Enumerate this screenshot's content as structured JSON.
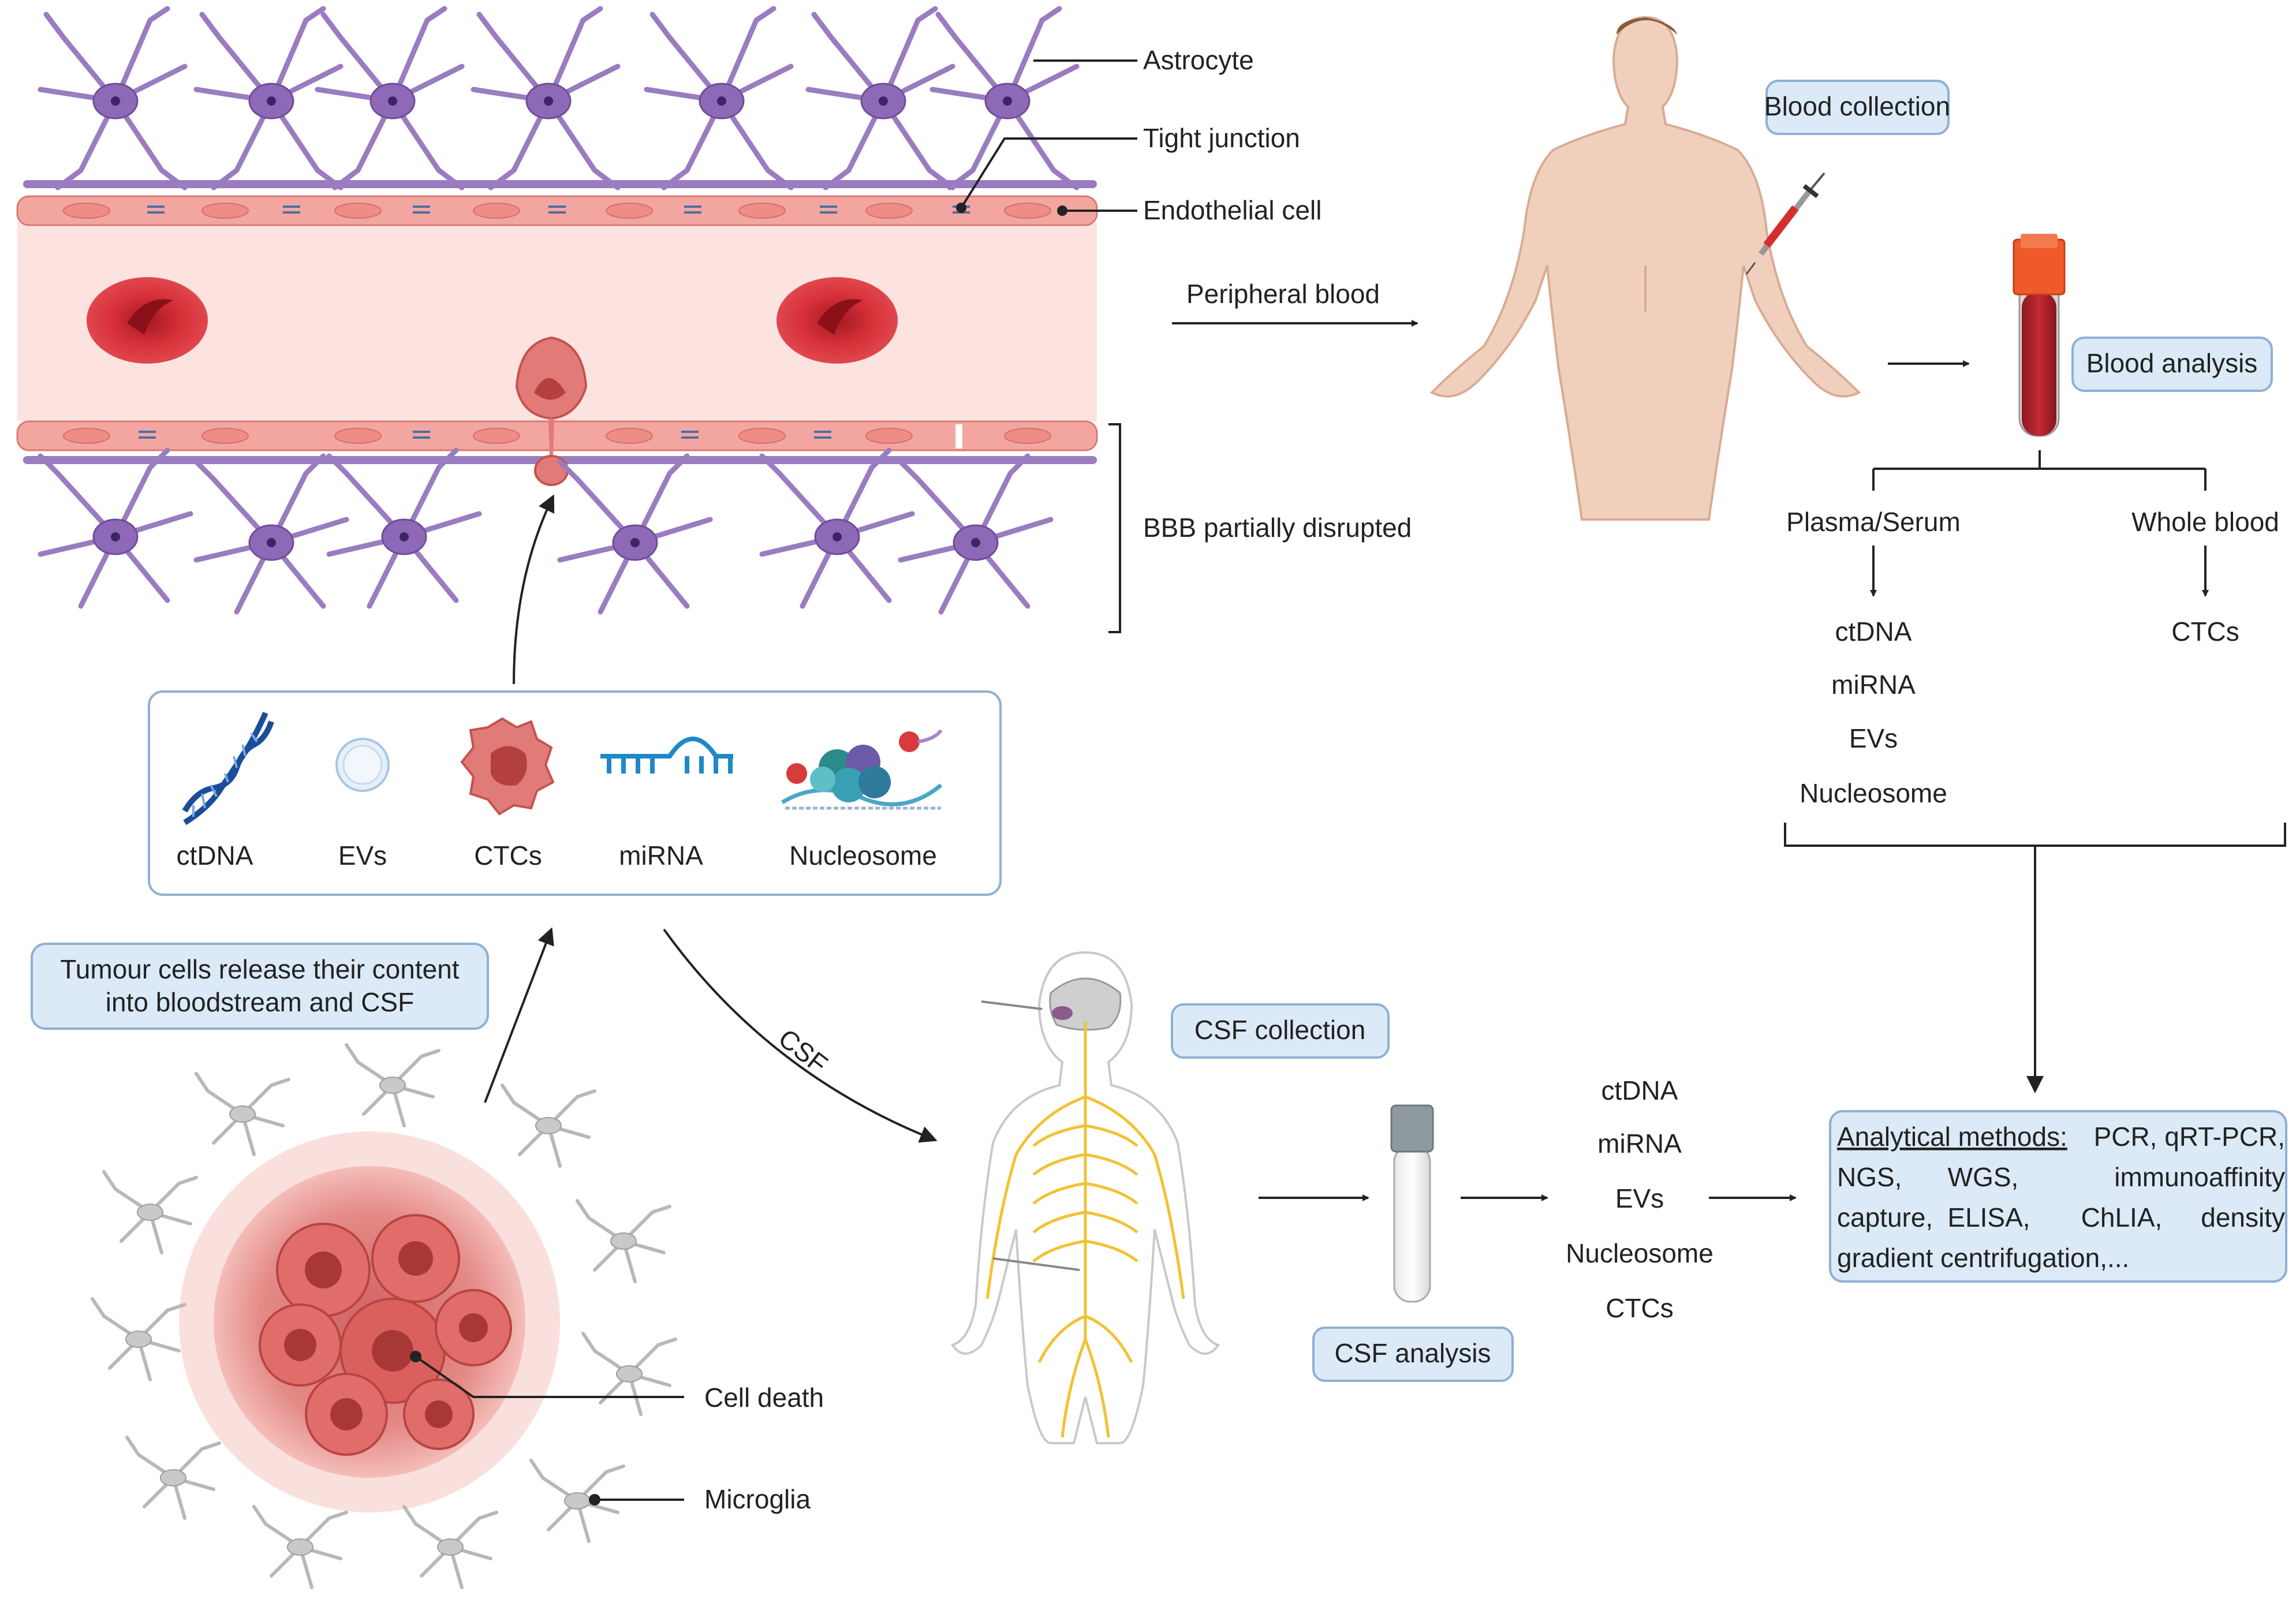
{
  "labels": {
    "astrocyte": "Astrocyte",
    "tight_junction": "Tight junction",
    "endothelial_cell": "Endothelial cell",
    "peripheral_blood": "Peripheral blood",
    "bbb_disrupted": "BBB partially disrupted",
    "csf_arrow": "CSF",
    "cell_death": "Cell death",
    "microglia": "Microglia"
  },
  "biomarker_legend": [
    {
      "name": "ctDNA",
      "icon": "dna-helix-icon"
    },
    {
      "name": "EVs",
      "icon": "vesicle-icon"
    },
    {
      "name": "CTCs",
      "icon": "tumour-cell-icon"
    },
    {
      "name": "miRNA",
      "icon": "mirna-icon"
    },
    {
      "name": "Nucleosome",
      "icon": "nucleosome-icon"
    }
  ],
  "tumour_note": {
    "line1": "Tumour cells release their content",
    "line2": "into bloodstream and CSF"
  },
  "blood": {
    "collection": "Blood collection",
    "analysis": "Blood analysis",
    "plasma_serum": "Plasma/Serum",
    "whole_blood": "Whole blood",
    "plasma_markers": [
      "ctDNA",
      "miRNA",
      "EVs",
      "Nucleosome"
    ],
    "whole_blood_markers": [
      "CTCs"
    ]
  },
  "csf": {
    "collection": "CSF collection",
    "analysis": "CSF analysis",
    "markers": [
      "ctDNA",
      "miRNA",
      "EVs",
      "Nucleosome",
      "CTCs"
    ]
  },
  "methods": {
    "heading": "Analytical methods:",
    "line1": "PCR, qRT-PCR,",
    "line2a": "NGS,",
    "line2b": "WGS,",
    "line2c": "immunoaffinity",
    "line3a": "capture,",
    "line3b": "ELISA,",
    "line3c": "ChLIA,",
    "line3d": "density",
    "line4": "gradient centrifugation,..."
  },
  "colors": {
    "astrocyte": "#9a7cc0",
    "endothelium": "#f3a6a0",
    "vessel_lumen": "#fde3e0",
    "red_blood_cell": "#d8313a",
    "tumour": "#d96a68",
    "box_fill": "#dceaf7",
    "nerve": "#f2c233"
  }
}
